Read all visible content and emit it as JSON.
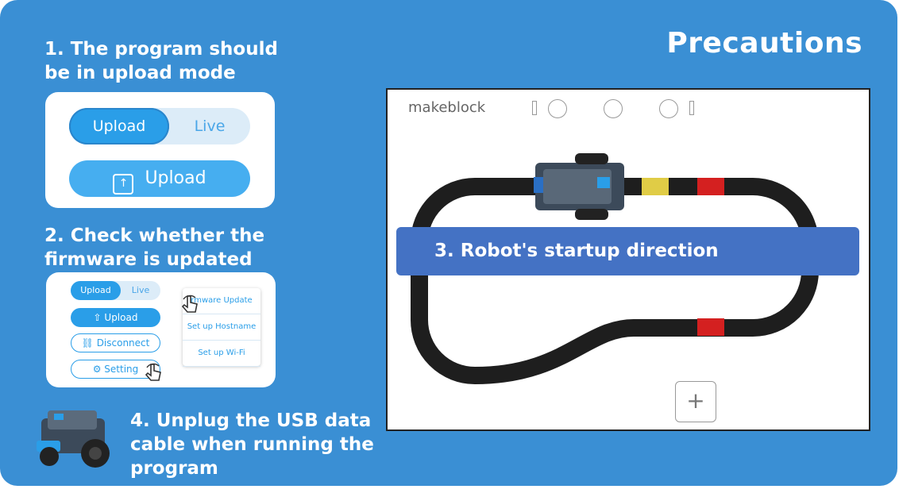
{
  "title": "Precautions",
  "steps": {
    "s1": "1. The program should be in upload mode",
    "s2": "2. Check whether the firmware is updated",
    "s3": "3. Robot's startup direction",
    "s4": "4. Unplug the USB data cable when running the program"
  },
  "card1": {
    "upload_tab": "Upload",
    "live_tab": "Live",
    "upload_button": "Upload"
  },
  "card2": {
    "upload_tab": "Upload",
    "live_tab": "Live",
    "upload_button": "Upload",
    "disconnect_button": "Disconnect",
    "setting_button": "Setting",
    "menu": [
      "rmware Update",
      "Set up Hostname",
      "Set up Wi-Fi"
    ]
  },
  "stage": {
    "brand": "makeblock",
    "add_label": "+"
  },
  "colors": {
    "background": "#3a8fd4",
    "accent": "#2a9ee8",
    "banner": "#4472c4",
    "track": "#1e1e1e",
    "marker_yellow": "#e0cc46",
    "marker_red": "#d42020"
  },
  "icons": [
    "upload-icon",
    "link-icon",
    "gear-icon",
    "pointer-icon",
    "robot-image"
  ]
}
